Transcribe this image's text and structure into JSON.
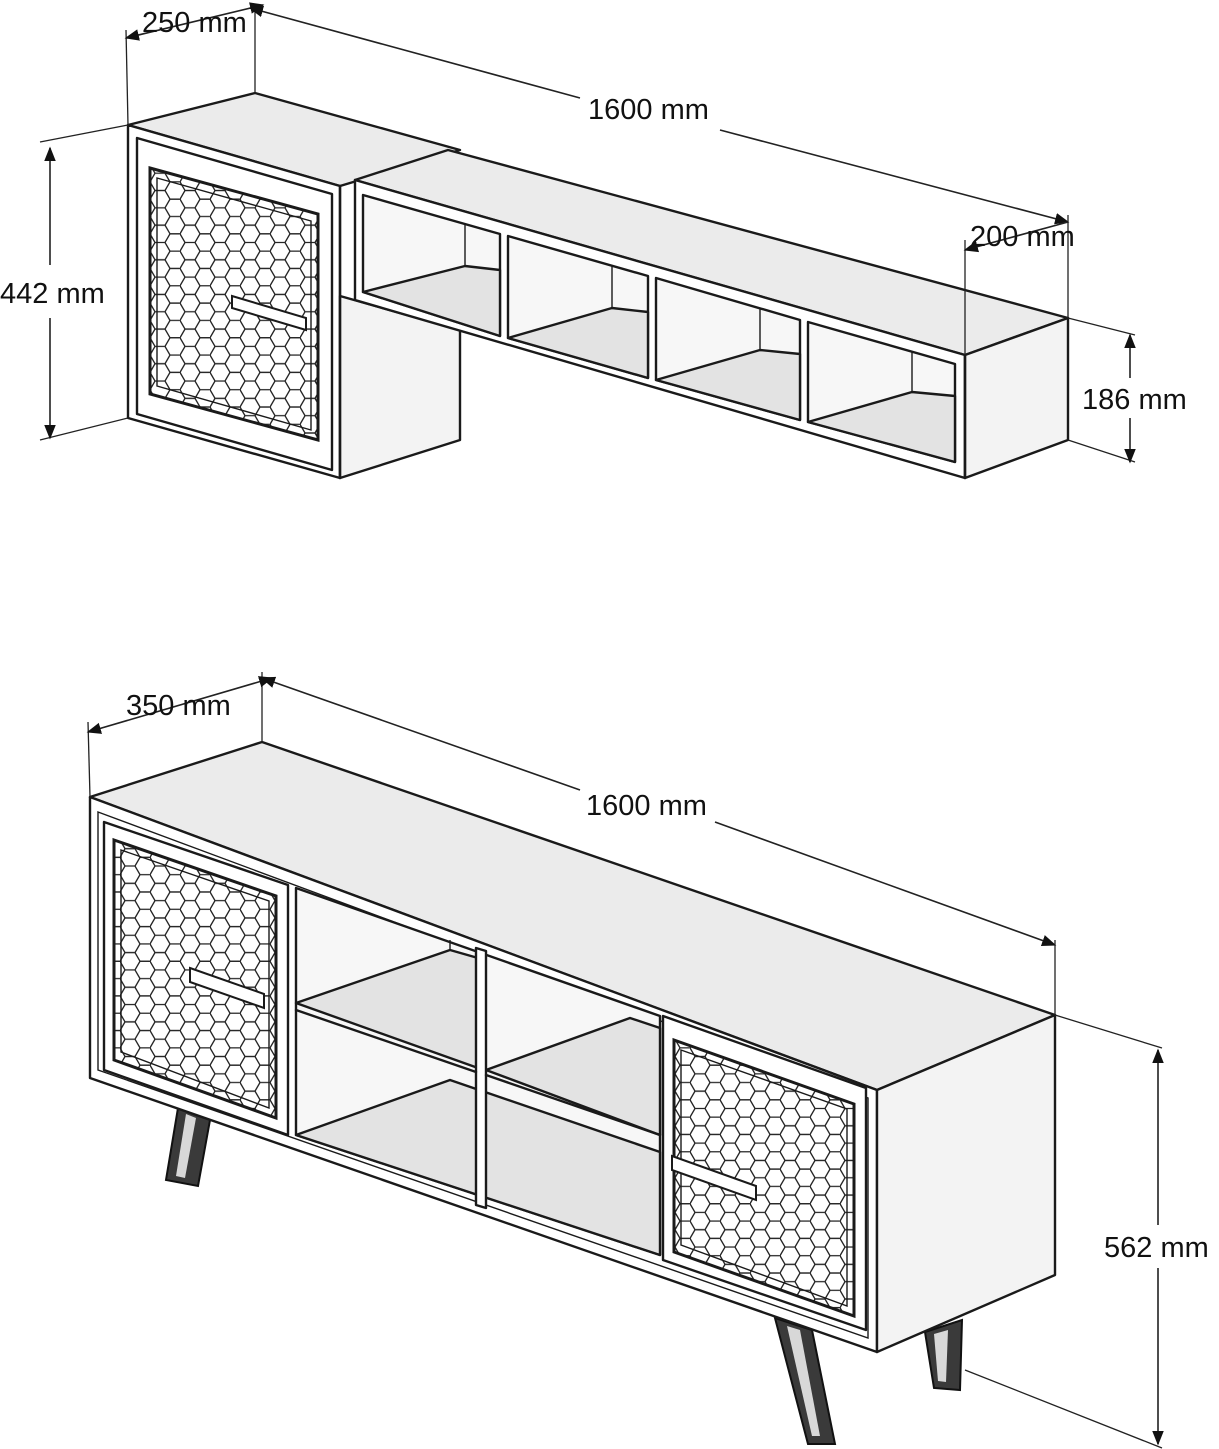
{
  "colors": {
    "line": "#1a1a1a",
    "top_surface": "#ebebeb",
    "front_face": "#ffffff",
    "side_face": "#f3f3f3",
    "shelf_floor": "#e3e3e3",
    "door_pattern": "#222222",
    "legs": "#3a3a3a"
  },
  "top_unit": {
    "dimensions": {
      "depth": "250 mm",
      "width": "1600 mm",
      "height": "442 mm",
      "shelf_depth": "200 mm",
      "shelf_height": "186 mm"
    }
  },
  "bottom_unit": {
    "dimensions": {
      "depth": "350 mm",
      "width": "1600 mm",
      "height": "562 mm"
    }
  }
}
